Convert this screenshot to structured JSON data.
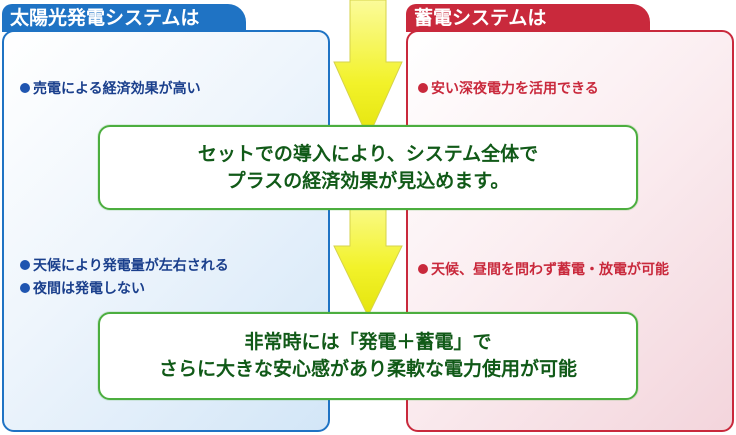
{
  "colors": {
    "solar_accent": "#1f73c4",
    "storage_accent": "#c9293c",
    "callout_border": "#4cae3f",
    "callout_text": "#115a18",
    "arrow_fill": "#f2f22a"
  },
  "left_panel": {
    "title": "太陽光発電システムは",
    "bullets": [
      "売電による経済効果が高い",
      "天候により発電量が左右される",
      "夜間は発電しない"
    ]
  },
  "right_panel": {
    "title": "蓄電システムは",
    "bullets": [
      "安い深夜電力を活用できる",
      "天候、昼間を問わず蓄電・放電が可能"
    ]
  },
  "callout_top": {
    "line1": "セットでの導入により、システム全体で",
    "line2": "プラスの経済効果が見込めます。"
  },
  "callout_bottom": {
    "line1": "非常時には「発電＋蓄電」で",
    "line2": "さらに大きな安心感があり柔軟な電力使用が可能"
  }
}
